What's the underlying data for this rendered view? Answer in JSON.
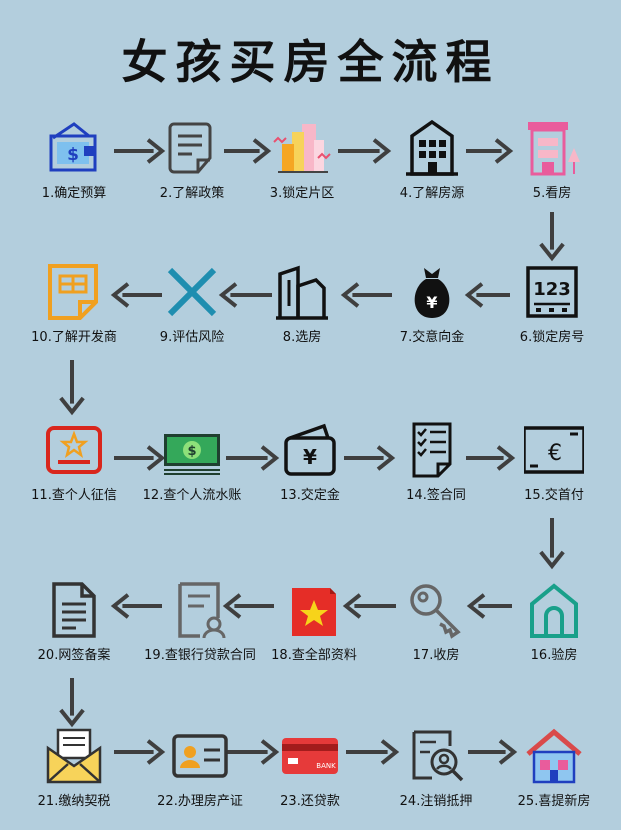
{
  "title": "女孩买房全流程",
  "steps": [
    {
      "label": "1.确定预算",
      "icon": "money-icon"
    },
    {
      "label": "2.了解政策",
      "icon": "document-icon"
    },
    {
      "label": "3.锁定片区",
      "icon": "buildings-icon"
    },
    {
      "label": "4.了解房源",
      "icon": "building-icon"
    },
    {
      "label": "5.看房",
      "icon": "apartment-icon"
    },
    {
      "label": "6.锁定房号",
      "icon": "number-board-icon"
    },
    {
      "label": "7.交意向金",
      "icon": "money-bag-icon"
    },
    {
      "label": "8.选房",
      "icon": "towers-icon"
    },
    {
      "label": "9.评估风险",
      "icon": "cross-icon"
    },
    {
      "label": "10.了解开发商",
      "icon": "developer-icon"
    },
    {
      "label": "11.查个人征信",
      "icon": "credit-card-icon"
    },
    {
      "label": "12.查个人流水账",
      "icon": "banknote-icon"
    },
    {
      "label": "13.交定金",
      "icon": "wallet-icon"
    },
    {
      "label": "14.签合同",
      "icon": "checklist-icon"
    },
    {
      "label": "15.交首付",
      "icon": "euro-bill-icon"
    },
    {
      "label": "16.验房",
      "icon": "house-icon"
    },
    {
      "label": "17.收房",
      "icon": "key-icon"
    },
    {
      "label": "18.查全部资料",
      "icon": "folder-star-icon"
    },
    {
      "label": "19.查银行贷款合同",
      "icon": "contract-user-icon"
    },
    {
      "label": "20.网签备案",
      "icon": "file-icon"
    },
    {
      "label": "21.缴纳契税",
      "icon": "mail-icon"
    },
    {
      "label": "22.办理房产证",
      "icon": "id-card-icon"
    },
    {
      "label": "23.还贷款",
      "icon": "bank-card-icon"
    },
    {
      "label": "24.注销抵押",
      "icon": "search-user-icon"
    },
    {
      "label": "25.喜提新房",
      "icon": "new-house-icon"
    }
  ],
  "bank_card_text": "BANK",
  "colors": {
    "background": "#b3cedd",
    "arrow": "#3f3f3f",
    "navy": "#1f3fbf",
    "red": "#d9261c",
    "teal": "#19a08a",
    "orange": "#f0a020",
    "pink": "#e95c9c"
  }
}
